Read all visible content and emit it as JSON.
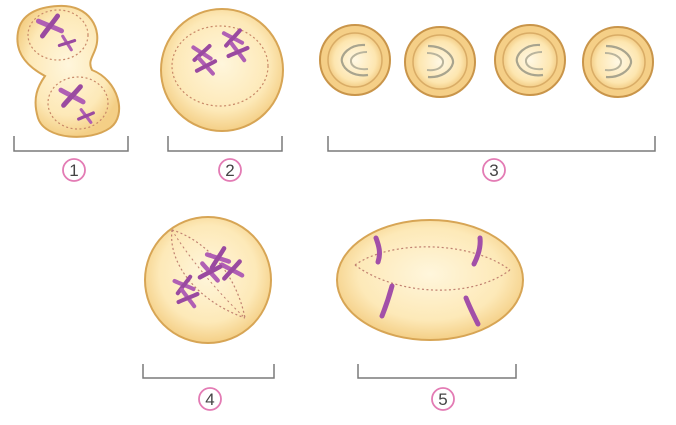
{
  "labels": [
    "1",
    "2",
    "3",
    "4",
    "5"
  ],
  "colors": {
    "cell_fill": "#fde9b8",
    "cell_edge": "#d8a75a",
    "cell_inner": "#fbe0a6",
    "chromosome": "#b05fb4",
    "chromosome_dark": "#8a3f90",
    "spindle": "#c08070",
    "bracket": "#777777",
    "label_ring": "#e37bb4"
  },
  "icons": {
    "cell": "circle-cell-icon",
    "chromosome": "x-shaped-chromosome-icon",
    "label": "circled-number-icon"
  }
}
